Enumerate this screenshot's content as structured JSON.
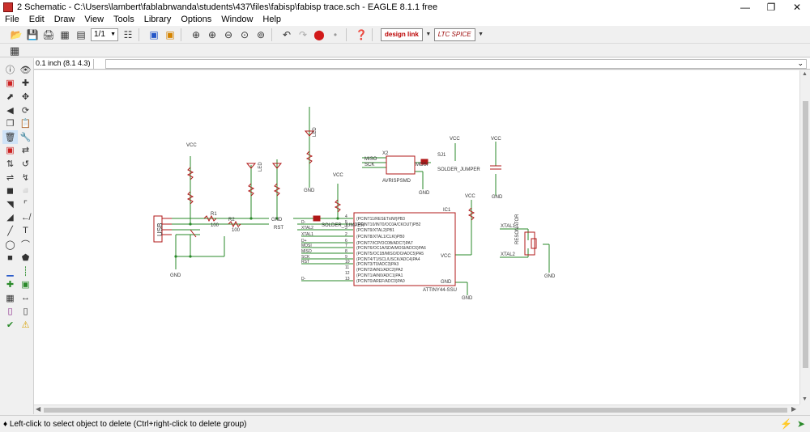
{
  "window": {
    "title": "2 Schematic - C:\\Users\\lambert\\fablabrwanda\\students\\437\\files\\fabisp\\fabisp trace.sch - EAGLE 8.1.1 free"
  },
  "menu": [
    "File",
    "Edit",
    "Draw",
    "View",
    "Tools",
    "Library",
    "Options",
    "Window",
    "Help"
  ],
  "toolbar": {
    "zoom_value": "1/1",
    "brand1": "design link",
    "brand2": "LTC SPICE"
  },
  "coordinate": "0.1 inch (8.1 4.3)",
  "command_value": "",
  "status": {
    "message": "♦ Left-click to select object to delete (Ctrl+right-click to delete group)"
  },
  "schematic": {
    "labels": {
      "vcc1": "VCC",
      "vcc2": "VCC",
      "vcc3": "VCC",
      "vcc4": "VCC",
      "vcc5": "VCC",
      "gnd": "GND",
      "usb": "USB",
      "rst": "RST",
      "ic1": "IC1",
      "ic1_name": "ATTINY44-SSU",
      "ic1_vcc": "VCC",
      "ic1_gnd": "GND",
      "x2": "X2",
      "x2_name": "AVRISPSMD",
      "sj1": "SJ1",
      "sj1_name": "SOLDER_JUMPER",
      "sj2_name": "SOLDER_JUMPER",
      "xtal1": "XTAL1",
      "xtal2": "XTAL2",
      "res": "RESONATOR",
      "mosi": "MOSI",
      "miso": "MISO",
      "sck": "SCK",
      "r1": "R1",
      "r2": "R2",
      "r1_val": "100",
      "r2_val": "100",
      "led1": "LED",
      "led2": "LED"
    },
    "ic1_pins_left": [
      "(PCINT11/RESET/dW)PB3",
      "(PCINT10/INT0/OC0A/CKOUT)PB2",
      "(PCINT9/XTAL2)PB1",
      "(PCINT8/XTAL1/CLKI)PB0",
      "(PCINT7/ICP/OC0B/ADC7)PA7",
      "(PCINT6/OC1A/SDA/MOSI/ADC6)PA6",
      "(PCINT5/OC1B/MISO/DO/ADC5)PA5",
      "(PCINT4/T1/SCL/USCK/ADC4)PA4",
      "(PCINT3/T0/ADC3)PA3",
      "(PCINT2/AIN1/ADC2)PA2",
      "(PCINT1/AIN0/ADC1)PA1",
      "(PCINT0/AREF/ADC0)PA0"
    ],
    "ic1_pin_numbers": [
      "4",
      "5",
      "3",
      "2",
      "6",
      "7",
      "8",
      "9",
      "10",
      "11",
      "12",
      "13"
    ],
    "ic1_net_labels": [
      "",
      "D-",
      "XTAL2",
      "XTAL1",
      "D+",
      "MOSI",
      "MISO",
      "SCK",
      "RST",
      "",
      "",
      "D-"
    ]
  }
}
